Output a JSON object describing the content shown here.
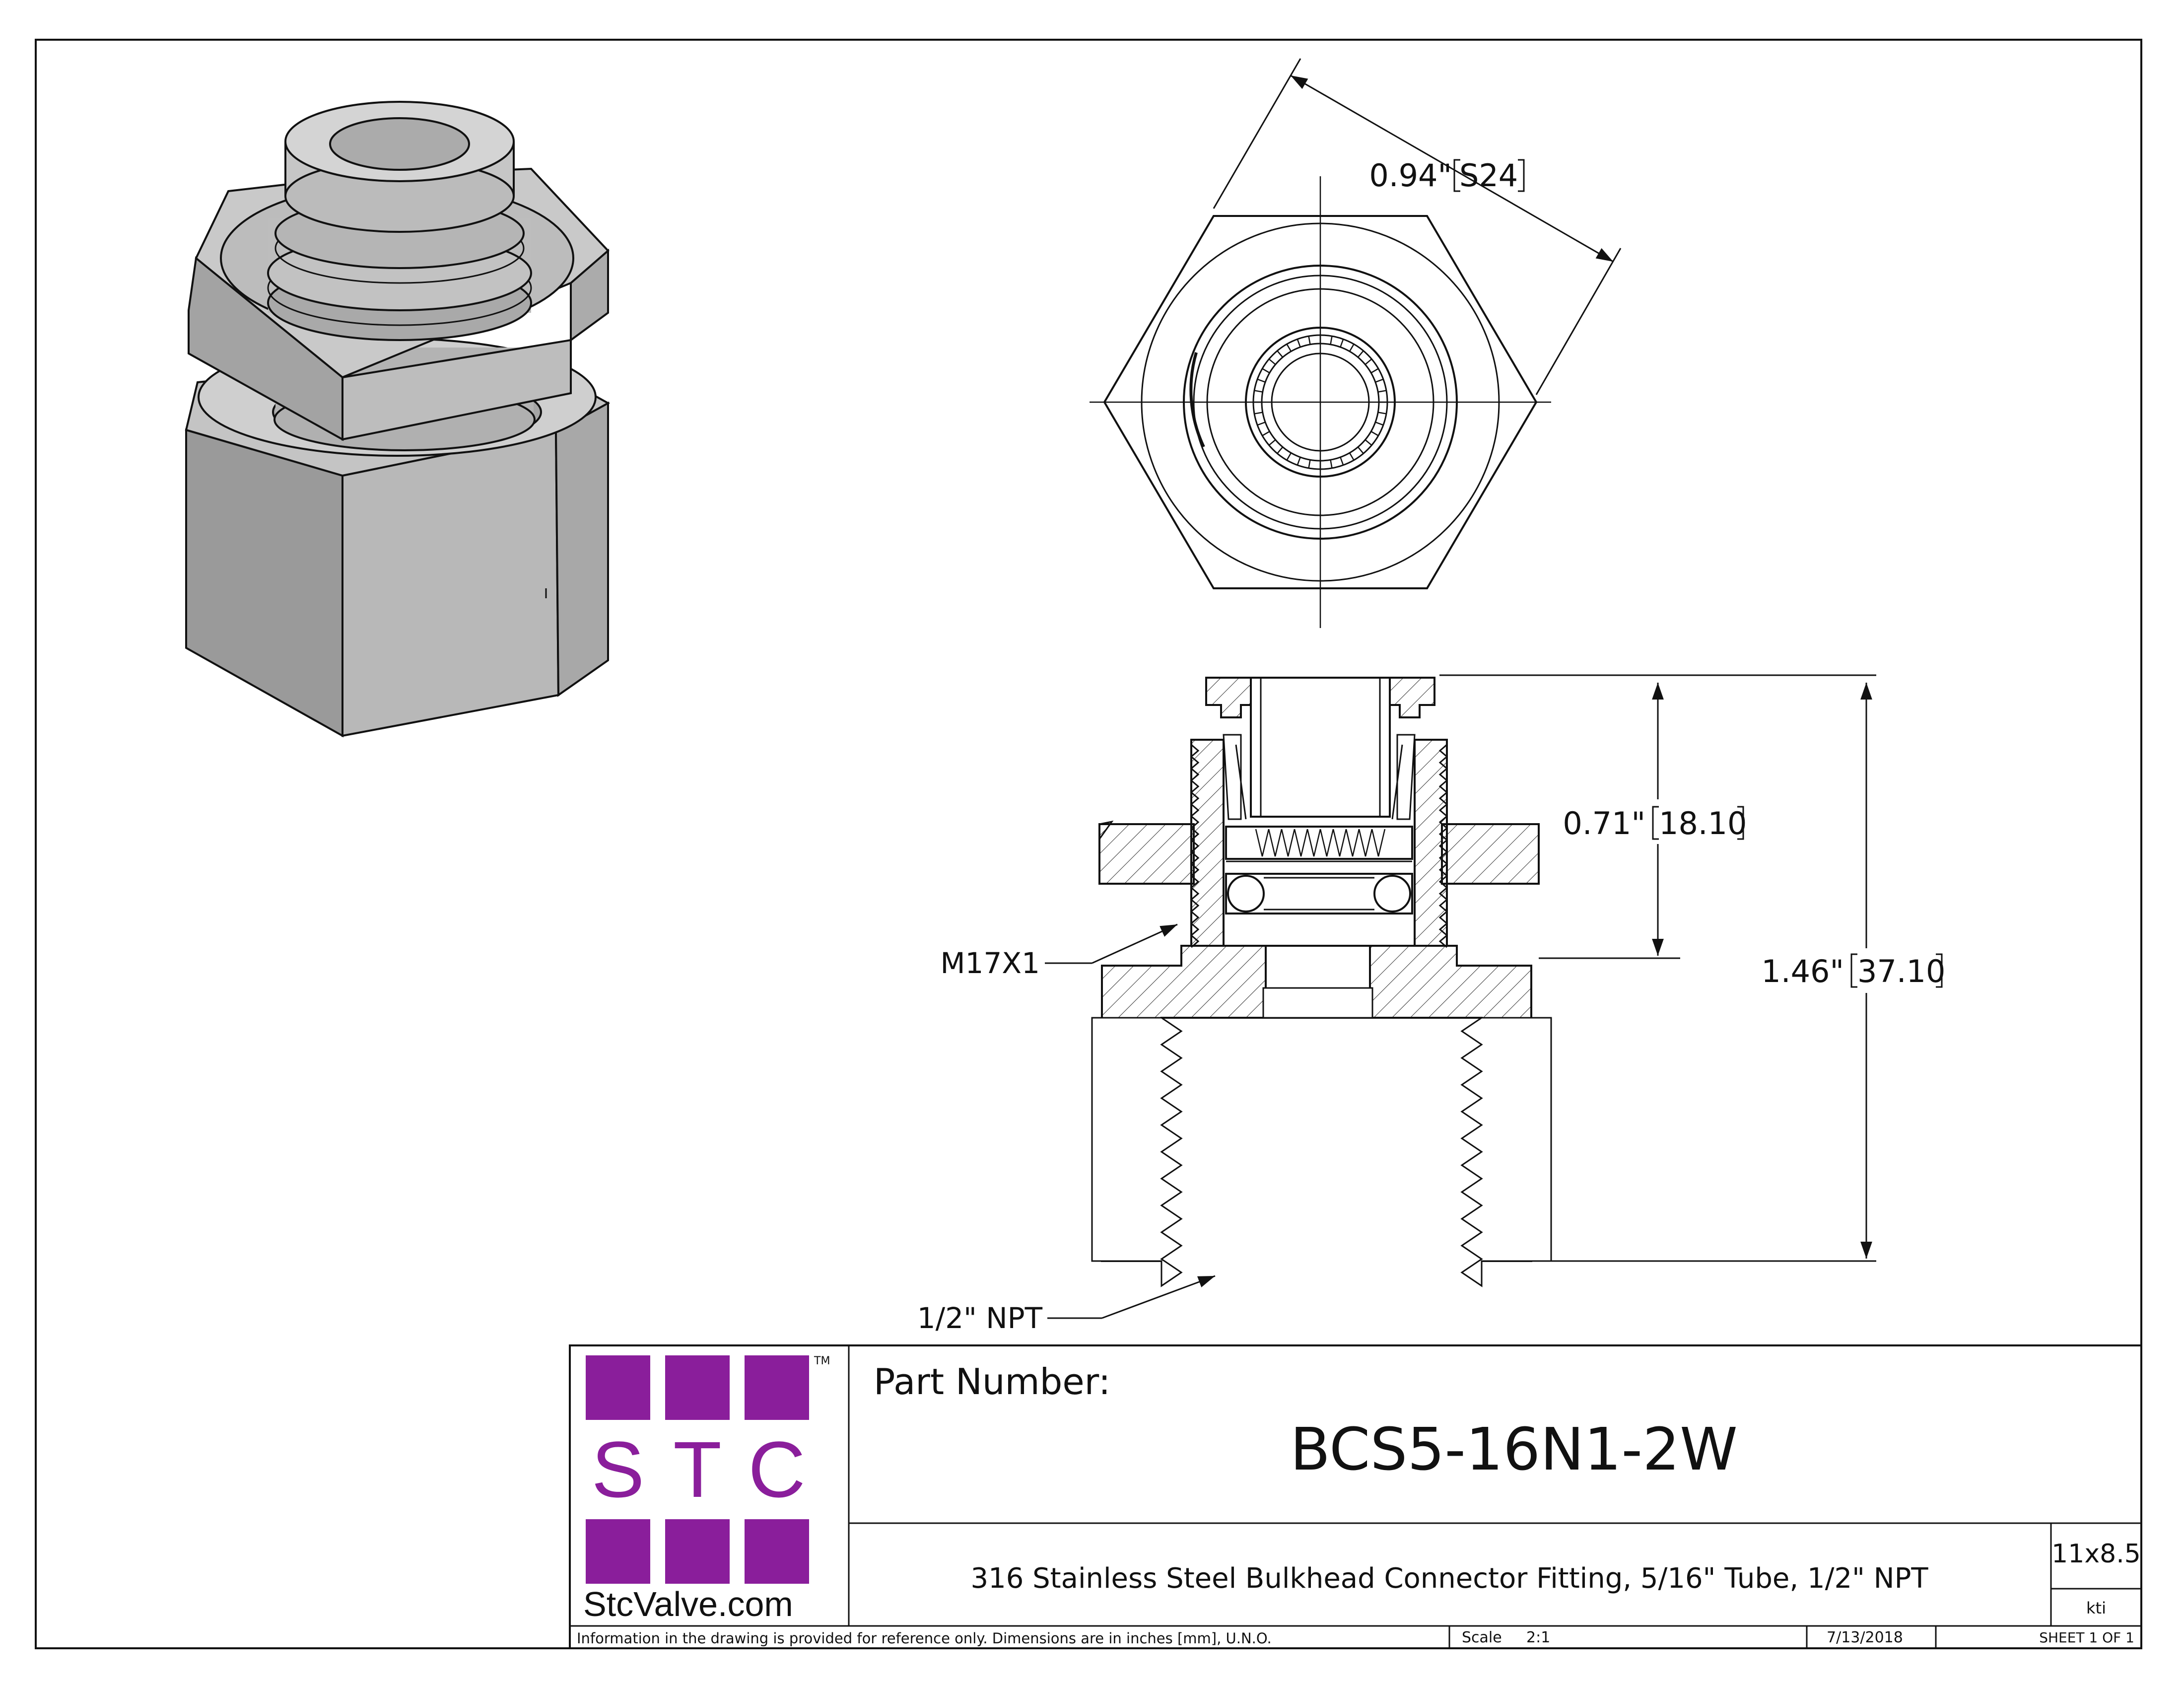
{
  "views": {
    "iso_view": {},
    "front_view": {},
    "section_view": {}
  },
  "dimensions": {
    "across_flats": {
      "inches": "0.94\"",
      "metric": "S24"
    },
    "thread_length": {
      "inches": "0.71\"",
      "metric": "18.10"
    },
    "overall_length": {
      "inches": "1.46\"",
      "metric": "37.10"
    }
  },
  "callouts": {
    "bulkhead_thread": "M17X1",
    "port_thread": "1/2\" NPT"
  },
  "title_block": {
    "logo": {
      "letters": [
        "S",
        "T",
        "C"
      ],
      "trademark": "TM",
      "website": "StcValve.com",
      "brand_color": "#8a1e9b"
    },
    "part_number_label": "Part Number:",
    "part_number": "BCS5-16N1-2W",
    "description": "316 Stainless Steel Bulkhead Connector Fitting, 5/16\" Tube, 1/2\" NPT",
    "size": "11x8.5",
    "drawn_by": "kti",
    "note": "Information in the drawing is provided for reference only. Dimensions are in inches [mm], U.N.O.",
    "scale_label": "Scale",
    "scale_value": "2:1",
    "date": "7/13/2018",
    "sheet": "SHEET 1 OF 1"
  }
}
